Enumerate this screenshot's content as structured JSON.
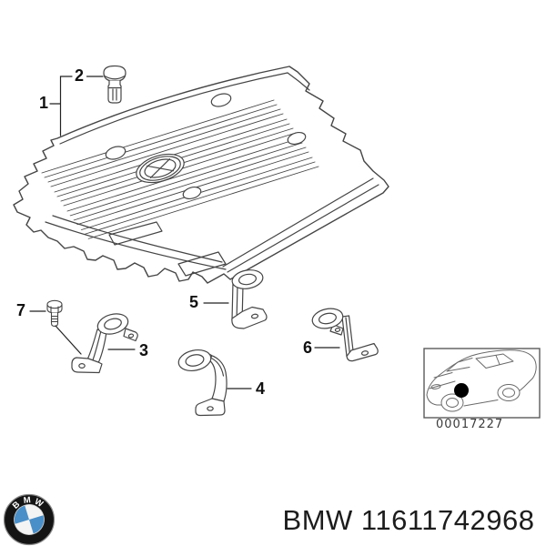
{
  "diagram": {
    "callouts": {
      "c1": "1",
      "c2": "2",
      "c3": "3",
      "c4": "4",
      "c5": "5",
      "c6": "6",
      "c7": "7"
    },
    "thumbnail_code": "00017227"
  },
  "footer": {
    "caption": "BMW 11611742968",
    "logo_letters": {
      "b": "B",
      "m": "M",
      "w": "W"
    }
  },
  "colors": {
    "background": "#ffffff",
    "line_art": "#454545",
    "callout_text": "#111111",
    "logo_ring": "#141414",
    "logo_blue": "#4a8fc7",
    "thumb_code_text": "#3b3b3b"
  }
}
